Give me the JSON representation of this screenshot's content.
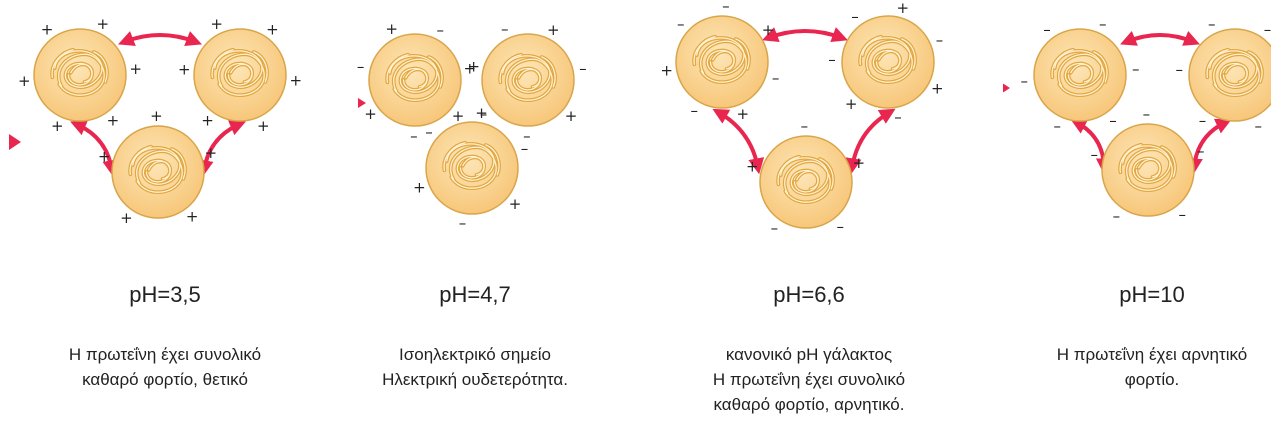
{
  "colors": {
    "globule_fill": "#fbd79c",
    "globule_stroke": "#d9a54a",
    "coil": "#e3a73f",
    "arrow": "#e8264f",
    "marker": "#e8264f",
    "text": "#222222"
  },
  "panels": [
    {
      "ph_label": "pH=3,5",
      "description": [
        "Η πρωτεΐνη έχει συνολικό",
        "καθαρό φορτίο, θετικό"
      ],
      "charges": "positive",
      "arrangement": "separated"
    },
    {
      "ph_label": "pH=4,7",
      "description": [
        "Ισοηλεκτρικό σημείο",
        "Ηλεκτρική ουδετερότητα."
      ],
      "charges": "mixed",
      "arrangement": "clustered"
    },
    {
      "ph_label": "pH=6,6",
      "description": [
        "κανονικό pH γάλακτος",
        "Η πρωτεΐνη έχει συνολικό",
        "καθαρό φορτίο, αρνητικό."
      ],
      "charges": "mostly-negative",
      "arrangement": "separated"
    },
    {
      "ph_label": "pH=10",
      "description": [
        "Η πρωτεΐνη έχει αρνητικό",
        "φορτίο."
      ],
      "charges": "negative",
      "arrangement": "separated"
    }
  ]
}
